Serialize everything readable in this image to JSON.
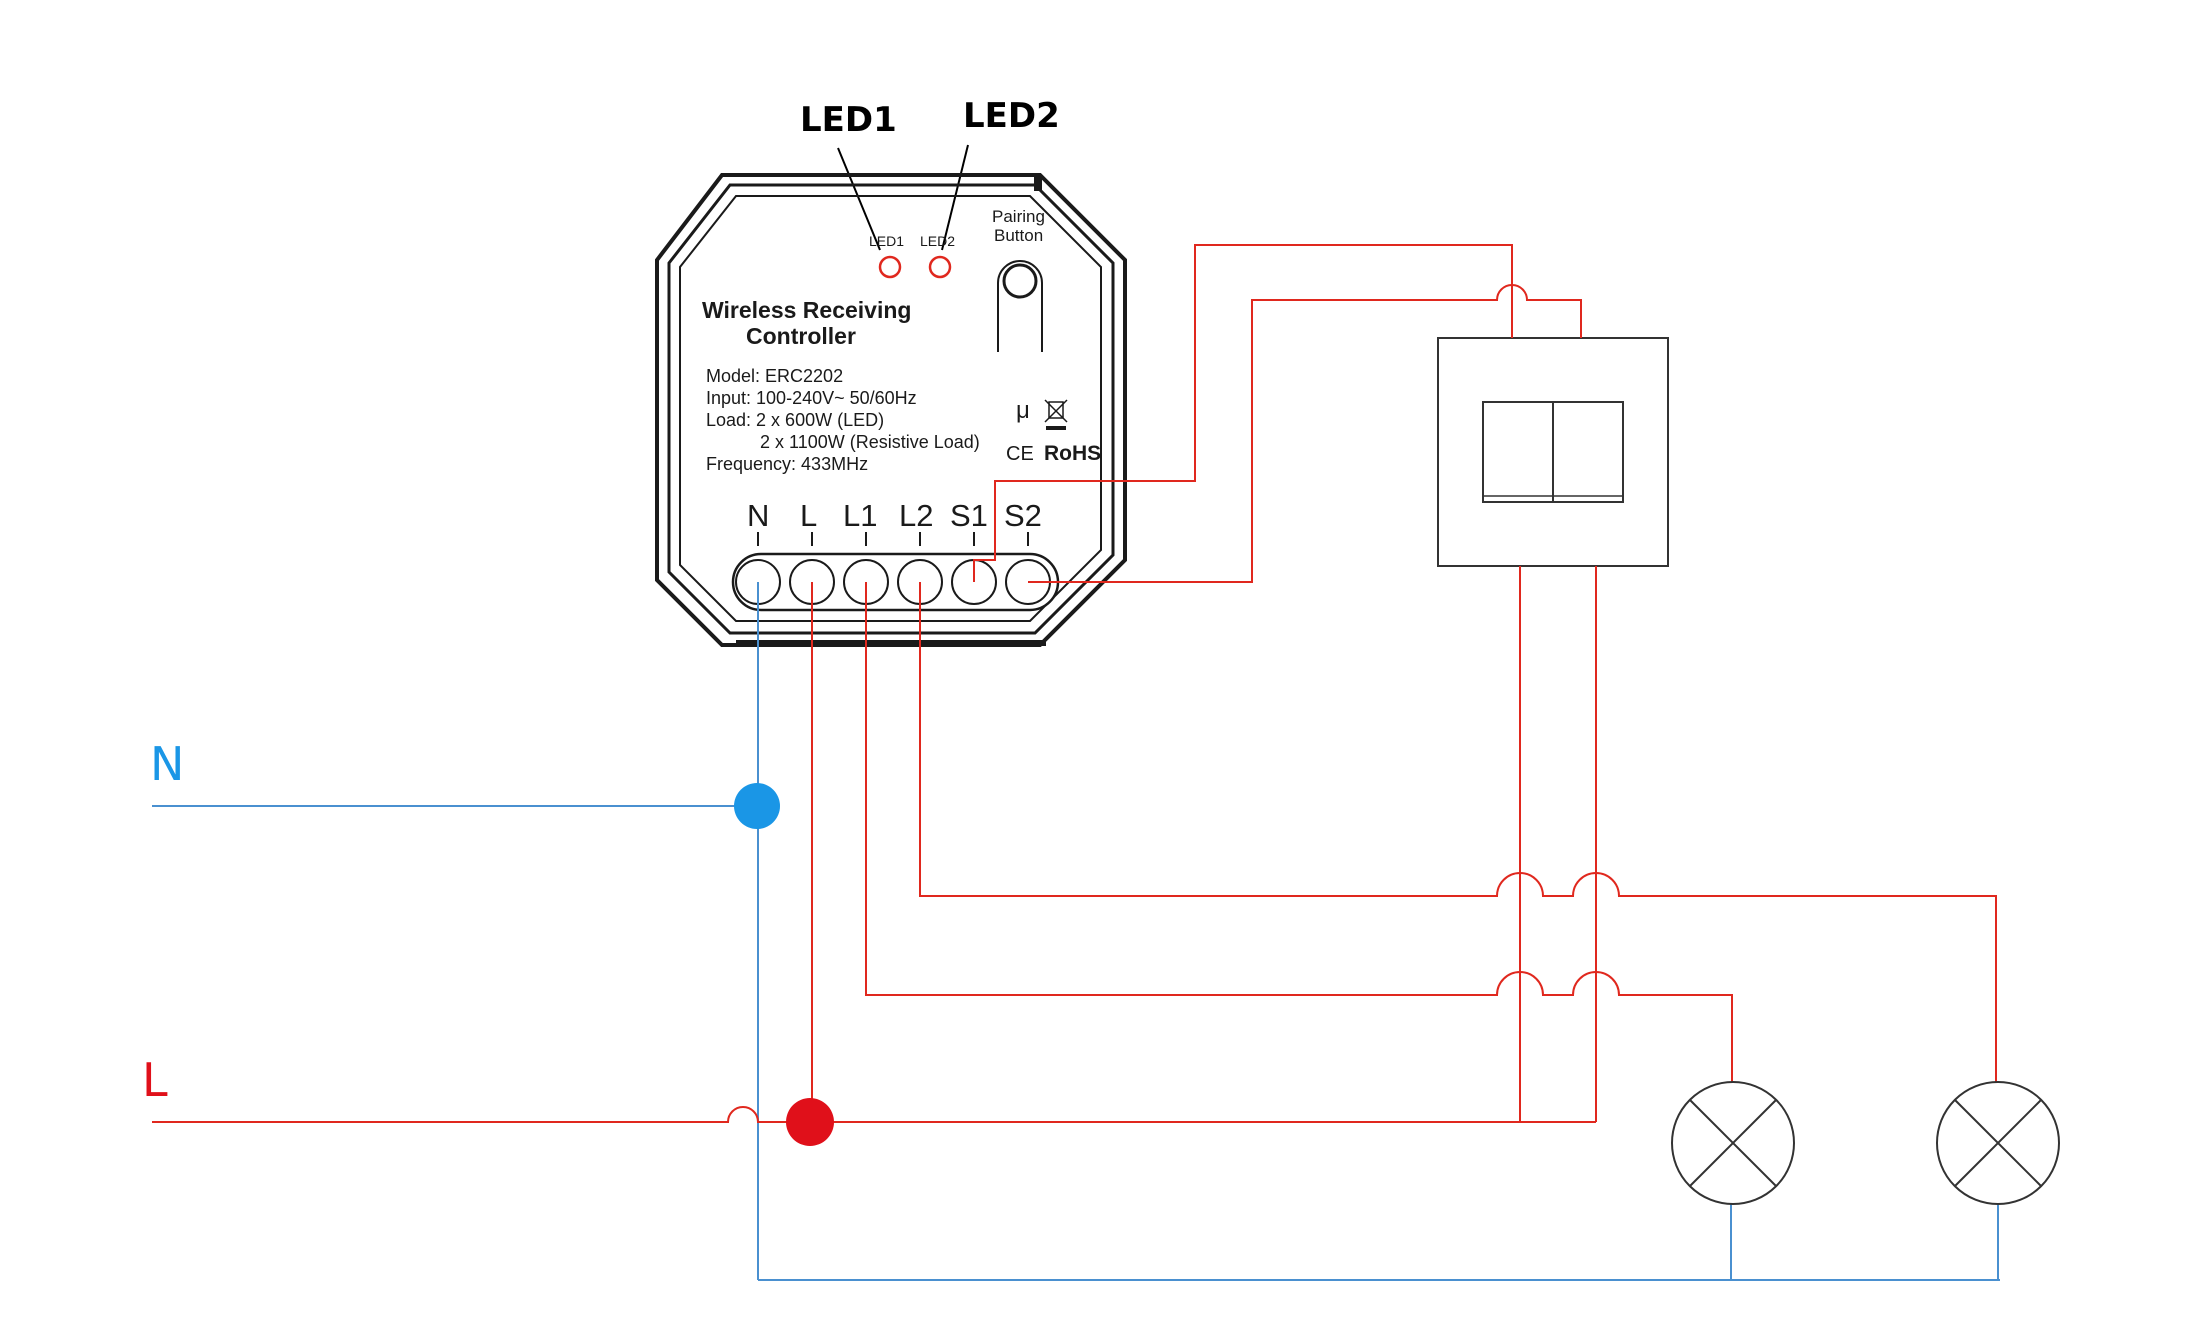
{
  "callouts": {
    "led1": "LED1",
    "led2": "LED2"
  },
  "device": {
    "led1_small": "LED1",
    "led2_small": "LED2",
    "pairing_line1": "Pairing",
    "pairing_line2": "Button",
    "title_line1": "Wireless Receiving",
    "title_line2": "Controller",
    "specs": [
      "Model: ERC2202",
      "Input: 100-240V~  50/60Hz",
      "Load: 2 x 600W (LED)",
      "2 x 1100W (Resistive Load)",
      "Frequency: 433MHz"
    ],
    "ce_mark": "CE",
    "rohs_mark": "RoHS",
    "micro_mark": "μ",
    "terminals": [
      "N",
      "L",
      "L1",
      "L2",
      "S1",
      "S2"
    ]
  },
  "supply": {
    "neutral": "N",
    "live": "L"
  },
  "colors": {
    "live": "#e0281e",
    "neutral": "#4a90d0",
    "neutral_node": "#1a96e6",
    "live_node": "#e0101a"
  }
}
